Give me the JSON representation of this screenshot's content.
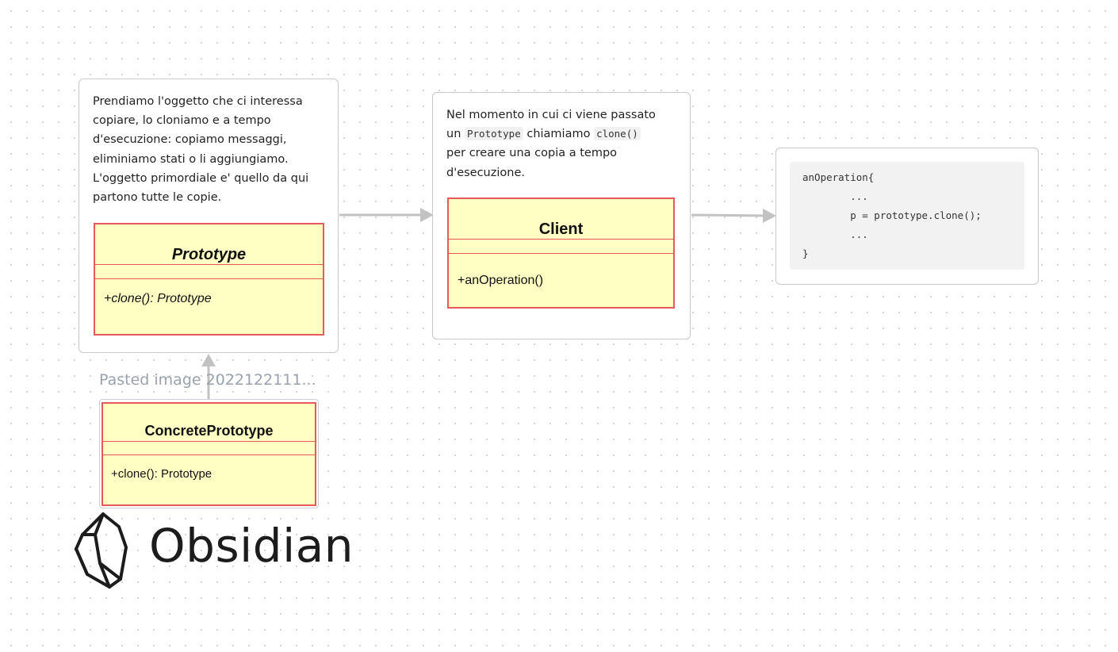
{
  "canvas": {
    "card_intro": {
      "paragraph": [
        "Prendiamo l'oggetto che ci interessa",
        "copiare, lo cloniamo e a tempo",
        "d'esecuzione: copiamo messaggi,",
        "eliminiamo stati o li aggiungiamo.",
        "L'oggetto primordiale e' quello da qui",
        "partono tutte le copie."
      ],
      "uml": {
        "class_name": "Prototype",
        "operation": "+clone(): Prototype"
      }
    },
    "card_client": {
      "line1": "Nel momento in cui ci viene passato",
      "line2_pre": "un",
      "line2_code1": "Prototype",
      "line2_mid": "chiamiamo",
      "line2_code2": "clone()",
      "line3": "per creare una copia a tempo",
      "line4": "d'esecuzione.",
      "uml": {
        "class_name": "Client",
        "operation": "+anOperation()"
      }
    },
    "card_code": {
      "code_lines": [
        "anOperation{",
        "        ...",
        "        p = prototype.clone();",
        "        ...",
        "}"
      ]
    },
    "image_node": {
      "label": "Pasted image 2022122111...",
      "uml": {
        "class_name": "ConcretePrototype",
        "operation": "+clone(): Prototype"
      }
    },
    "brand": {
      "name": "Obsidian"
    },
    "colors": {
      "uml_fill": "#ffffc4",
      "uml_border": "#e85a5a",
      "edge": "#c0c0c0",
      "card_border": "#c8c8c8"
    }
  }
}
